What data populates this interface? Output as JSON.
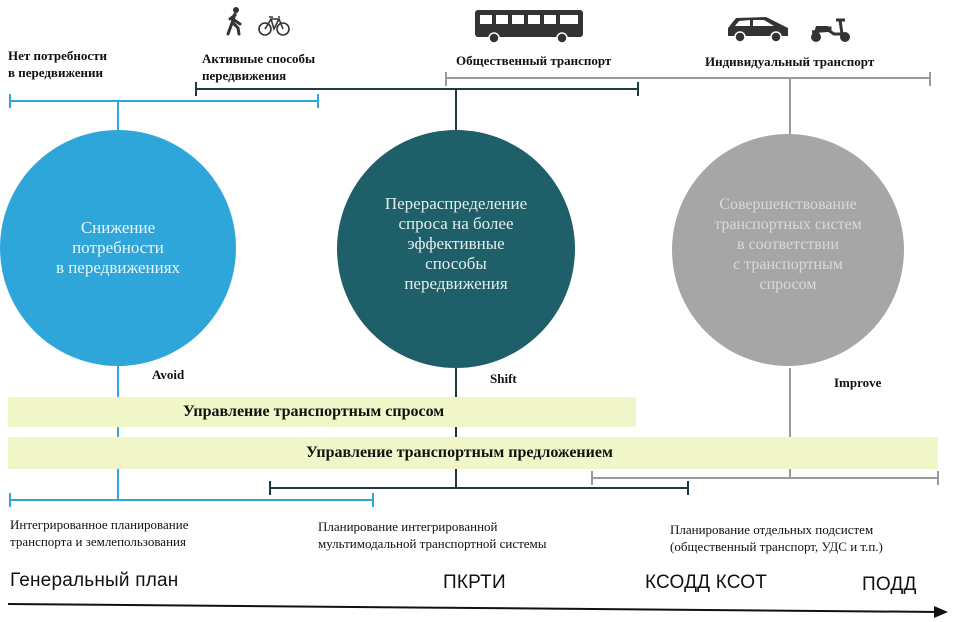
{
  "top_labels": {
    "no_need": [
      "Нет потребности",
      "в передвижении"
    ],
    "active": [
      "Активные способы",
      "передвижения"
    ],
    "public": "Общественный транспорт",
    "individual": "Индивидуальный транспорт"
  },
  "circles": {
    "avoid": {
      "text": [
        "Снижение",
        "потребности",
        "в передвижениях"
      ],
      "tag": "Avoid",
      "color": "#2fa6da"
    },
    "shift": {
      "text": [
        "Перераспределение",
        "спроса на более",
        "эффективные",
        "способы",
        "передвижения"
      ],
      "tag": "Shift",
      "color": "#1f5f69"
    },
    "improve": {
      "text": [
        "Совершенствование",
        "транспортных систем",
        "в соответствии",
        "с транспортным",
        "спросом"
      ],
      "tag": "Improve",
      "color": "#a6a6a6"
    }
  },
  "bands": {
    "demand": "Управление транспортным спросом",
    "supply": "Управление транспортным предложением",
    "color": "#f1f6c9"
  },
  "bottom_labels": {
    "integrated": [
      "Интегрированное планирование",
      "транспорта и землепользования"
    ],
    "multimodal": [
      "Планирование интегрированной",
      "мультимодальной транспортной системы"
    ],
    "subsystems": [
      "Планирование отдельных подсистем",
      "(общественный транспорт, УДС и т.п.)"
    ]
  },
  "plans": {
    "general": "Генеральный план",
    "pkrti": "ПКРТИ",
    "ksodd": "КСОДД КСОТ",
    "podd": "ПОДД"
  },
  "icons": [
    "pedestrian-icon",
    "bicycle-icon",
    "bus-icon",
    "car-icon",
    "scooter-icon"
  ]
}
